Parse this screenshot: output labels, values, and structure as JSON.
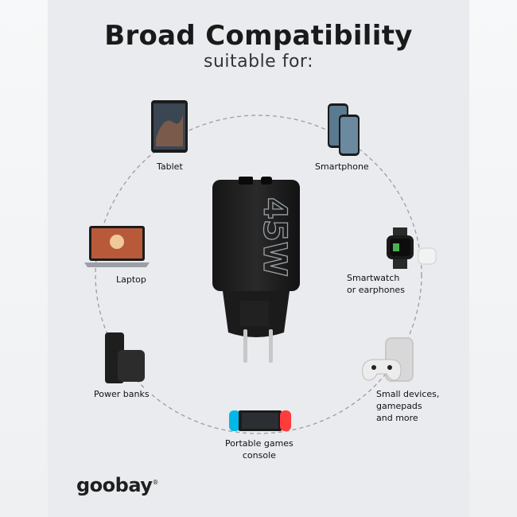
{
  "heading": {
    "title": "Broad Compatibility",
    "subtitle": "suitable for:"
  },
  "charger": {
    "rating": "45W"
  },
  "devices": [
    {
      "id": "tablet",
      "label": "Tablet",
      "icon": "tablet-icon"
    },
    {
      "id": "smartphone",
      "label": "Smartphone",
      "icon": "smartphone-icon"
    },
    {
      "id": "laptop",
      "label": "Laptop",
      "icon": "laptop-icon"
    },
    {
      "id": "smartwatch",
      "label_line1": "Smartwatch",
      "label_line2": "or earphones",
      "icon": "smartwatch-icon"
    },
    {
      "id": "powerbank",
      "label": "Power banks",
      "icon": "powerbank-icon"
    },
    {
      "id": "small-devices",
      "label_line1": "Small devices,",
      "label_line2": "gamepads",
      "label_line3": "and more",
      "icon": "speaker-gamepad-icon"
    },
    {
      "id": "console",
      "label_line1": "Portable games",
      "label_line2": "console",
      "icon": "game-console-icon"
    }
  ],
  "brand": {
    "name": "goobay",
    "mark": "®"
  },
  "colors": {
    "panel": "#e9ebee",
    "charger": "#1c1c1c",
    "switch_left": "#00b8e6",
    "switch_right": "#ff3c3c"
  }
}
